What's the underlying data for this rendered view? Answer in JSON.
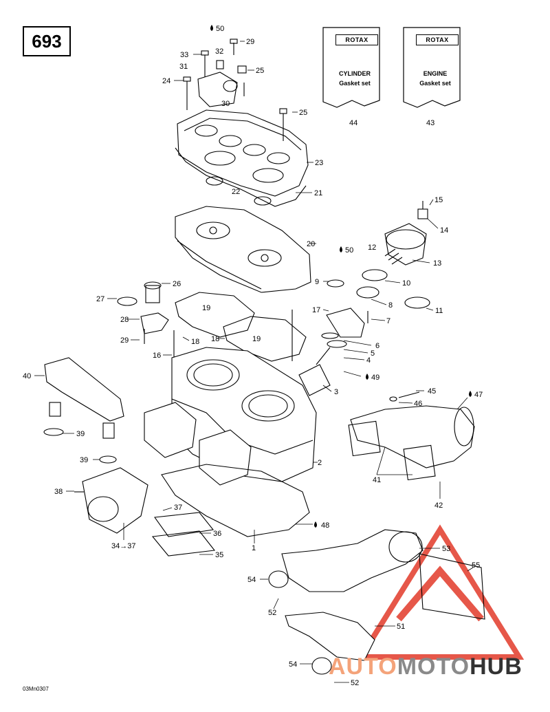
{
  "page": {
    "number": "693",
    "drawing_code": "03Mn0307"
  },
  "kits": [
    {
      "logo": "ROTAX",
      "line1": "CYLINDER",
      "line2": "Gasket set",
      "callout": "44"
    },
    {
      "logo": "ROTAX",
      "line1": "ENGINE",
      "line2": "Gasket set",
      "callout": "43"
    }
  ],
  "callouts": {
    "c50a": "50",
    "c29a": "29",
    "c33": "33",
    "c32": "32",
    "c25a": "25",
    "c31": "31",
    "c24": "24",
    "c30": "30",
    "c25b": "25",
    "c23": "23",
    "c22": "22",
    "c21": "21",
    "c15": "15",
    "c14": "14",
    "c20": "20",
    "c12": "12",
    "c50b": "50",
    "c13": "13",
    "c9": "9",
    "c10": "10",
    "c26": "26",
    "c27": "27",
    "c19a": "19",
    "c8": "8",
    "c11": "11",
    "c17": "17",
    "c28": "28",
    "c7": "7",
    "c18a": "18",
    "c18b": "18",
    "c19b": "19",
    "c6": "6",
    "c29b": "29",
    "c5": "5",
    "c16": "16",
    "c4": "4",
    "c40": "40",
    "c49": "49",
    "c3": "3",
    "c45": "45",
    "c47": "47",
    "c46": "46",
    "c39a": "39",
    "c39b": "39",
    "c2": "2",
    "c41": "41",
    "c38": "38",
    "c42": "42",
    "c37a": "37",
    "c48": "48",
    "c36": "36",
    "c34": "34→37",
    "c35": "35",
    "c1": "1",
    "c53": "53",
    "c55": "55",
    "c54a": "54",
    "c52a": "52",
    "c51": "51",
    "c54b": "54",
    "c52b": "52"
  },
  "watermark": {
    "part1": "AUTO",
    "part2": "MOTO",
    "part3": "HUB"
  },
  "colors": {
    "line": "#000000",
    "watermark_red": "#e23a2a",
    "watermark_light": "#f4a37a"
  }
}
